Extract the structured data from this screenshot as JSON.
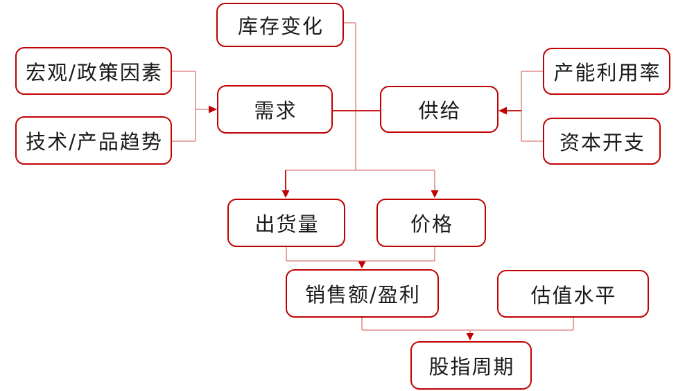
{
  "colors": {
    "box_border": "#c00000",
    "connector_line": "#e08e8c",
    "arrow": "#c00000",
    "text": "#1a1a1a",
    "background": "#ffffff"
  },
  "nodes": {
    "inventory": {
      "label": "库存变化"
    },
    "macro": {
      "label": "宏观/政策因素"
    },
    "tech": {
      "label": "技术/产品趋势"
    },
    "demand": {
      "label": "需求"
    },
    "supply": {
      "label": "供给"
    },
    "capacity": {
      "label": "产能利用率"
    },
    "capex": {
      "label": "资本开支"
    },
    "shipments": {
      "label": "出货量"
    },
    "price": {
      "label": "价格"
    },
    "sales": {
      "label": "销售额/盈利"
    },
    "valuation": {
      "label": "估值水平"
    },
    "index_cycle": {
      "label": "股指周期"
    }
  },
  "edges": [
    {
      "from": "宏观/政策因素",
      "to": "需求"
    },
    {
      "from": "技术/产品趋势",
      "to": "需求"
    },
    {
      "from": "库存变化",
      "to": "需求/供给"
    },
    {
      "from": "产能利用率",
      "to": "供给"
    },
    {
      "from": "资本开支",
      "to": "供给"
    },
    {
      "from": "需求",
      "to": "供给"
    },
    {
      "from": "需求/供给",
      "to": "出货量"
    },
    {
      "from": "需求/供给",
      "to": "价格"
    },
    {
      "from": "出货量",
      "to": "销售额/盈利"
    },
    {
      "from": "价格",
      "to": "销售额/盈利"
    },
    {
      "from": "销售额/盈利",
      "to": "股指周期"
    },
    {
      "from": "估值水平",
      "to": "股指周期"
    }
  ]
}
